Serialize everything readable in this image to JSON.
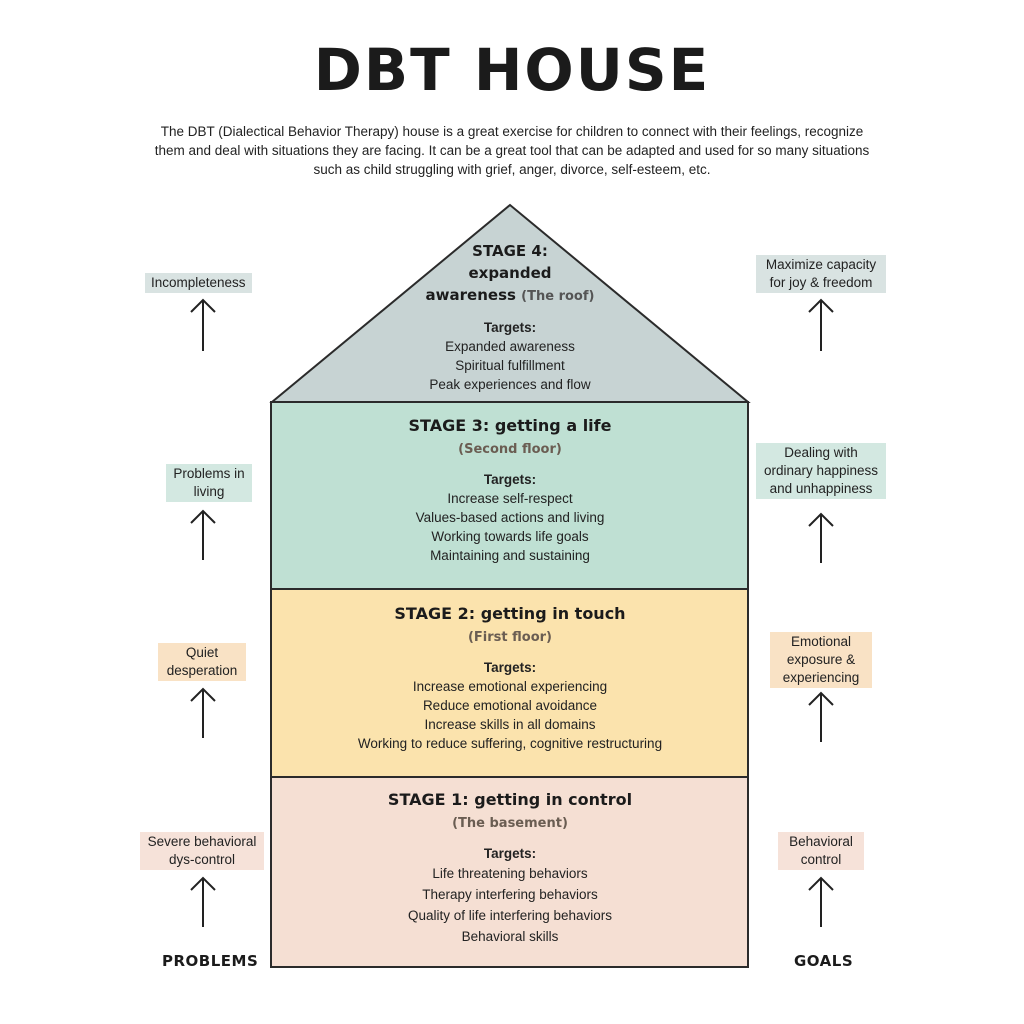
{
  "title": "DBT HOUSE",
  "intro": "The DBT (Dialectical Behavior Therapy) house is a great exercise for children to connect with their feelings, recognize them and deal with situations they are facing. It can be a great tool that can be adapted and used for so many situations such as child struggling with grief, anger, divorce, self-esteem, etc.",
  "colors": {
    "roof": "#c7d3d3",
    "stage3": "#bfe0d3",
    "stage2": "#fbe3ad",
    "stage1": "#f5dfd3",
    "outline": "#2b2b2b"
  },
  "roof": {
    "title_line1": "STAGE 4:",
    "title_line2": "expanded",
    "title_line3": "awareness",
    "paren": "(The roof)",
    "targets_label": "Targets:",
    "targets": [
      "Expanded awareness",
      "Spiritual fulfillment",
      "Peak experiences and flow"
    ]
  },
  "stage3": {
    "title": "STAGE 3: getting a life",
    "sub": "(Second floor)",
    "targets_label": "Targets:",
    "targets": [
      "Increase self-respect",
      "Values-based actions and living",
      "Working towards life goals",
      "Maintaining and sustaining"
    ]
  },
  "stage2": {
    "title": "STAGE 2: getting in touch",
    "sub": "(First floor)",
    "targets_label": "Targets:",
    "targets": [
      "Increase emotional experiencing",
      "Reduce emotional avoidance",
      "Increase skills in all domains",
      "Working to reduce suffering, cognitive restructuring"
    ]
  },
  "stage1": {
    "title": "STAGE 1: getting in control",
    "sub": "(The basement)",
    "targets_label": "Targets:",
    "targets": [
      "Life threatening behaviors",
      "Therapy interfering behaviors",
      "Quality of life interfering behaviors",
      "Behavioral skills"
    ]
  },
  "problems": {
    "footer": "PROBLEMS",
    "items": [
      "Incompleteness",
      "Problems in living",
      "Quiet desperation",
      "Severe behavioral dys-control"
    ]
  },
  "goals": {
    "footer": "GOALS",
    "items": [
      "Maximize capacity for joy & freedom",
      "Dealing with ordinary happiness and unhappiness",
      "Emotional exposure & experiencing",
      "Behavioral control"
    ]
  }
}
